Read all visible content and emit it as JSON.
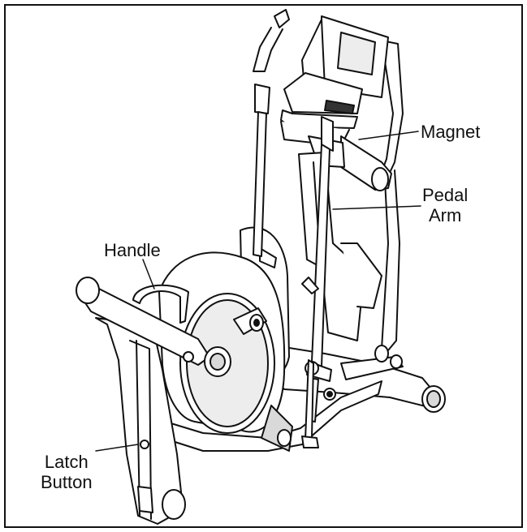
{
  "labels": {
    "magnet": "Magnet",
    "pedal_arm": "Pedal\nArm",
    "handle": "Handle",
    "latch_button": "Latch\nButton"
  },
  "colors": {
    "line": "#111111",
    "shade": "#d9d9d9",
    "light": "#ededed"
  }
}
